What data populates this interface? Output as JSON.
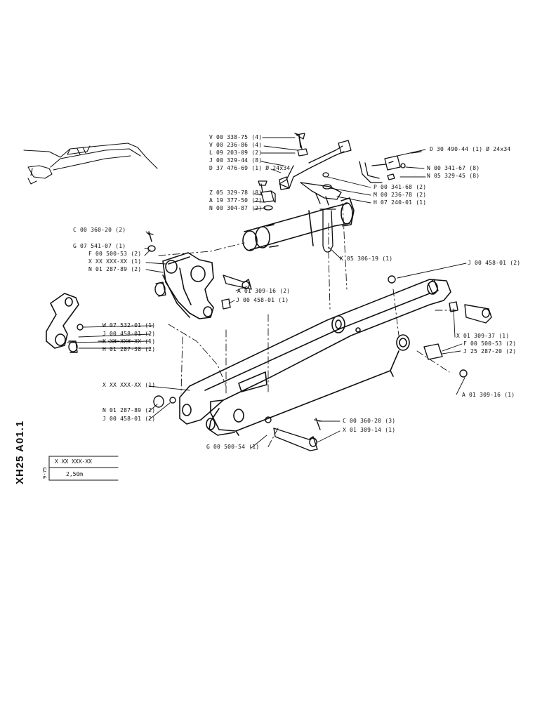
{
  "sheet": {
    "drawing_code": "XH25 A01.1",
    "date": "9-75",
    "part_code": "X XX XXX-XX",
    "size": "2,50m"
  },
  "callouts": {
    "v00338": "V 00 338-75 (4)",
    "v00236": "V 00 236-86 (4)",
    "l09203": "L 09 203-09 (2)",
    "j00329": "J 00 329-44 (8)",
    "d37476": "D 37 476-69 (1) Ø 24x34",
    "z05329": "Z 05 329-78 (8)",
    "a19377": "A 19 377-50 (2)",
    "n00304": "N 00 304-87 (2)",
    "d30490": "D 30 490-44 (1) Ø 24x34",
    "n00341": "N 00 341-67 (8)",
    "n05329": "N 05 329-45 (8)",
    "p00341": "P 00 341-68 (2)",
    "m00236": "M 00 236-78 (2)",
    "h07240": "H 07 240-01 (1)",
    "c00360a": "C 00 360-20 (2)",
    "g07541": "G 07 541-07 (1)",
    "f00500a": "F 00 500-53 (2)",
    "xxxa": "X XX XXX-XX (1)",
    "n01287a": "N 01 287-89 (2)",
    "k05306": "K 05 306-19 (1)",
    "j00458a": "J 00 458-01 (2)",
    "a01309a": "A 01 309-16 (2)",
    "j00458b": "J 00 458-01 (1)",
    "w07532": "W 07 532-01 (1)",
    "j00458c": "J 00 458-01 (2)",
    "xxxb": "X XX XXX-XX (1)",
    "h01287": "H 01 287-38 (2)",
    "x01309a": "X 01 309-37 (1)",
    "f00500b": "F 00 500-53 (2)",
    "j25287": "J 25 287-20 (2)",
    "xxxc": "X XX XXX-XX (1)",
    "a01309b": "A 01 309-16 (1)",
    "n01287b": "N 01 287-89 (2)",
    "j00458d": "J 00 458-01 (2)",
    "c00360b": "C 00 360-20 (3)",
    "x01309b": "X 01 309-14 (1)",
    "g00500": "G 00 500-54 (1)"
  }
}
